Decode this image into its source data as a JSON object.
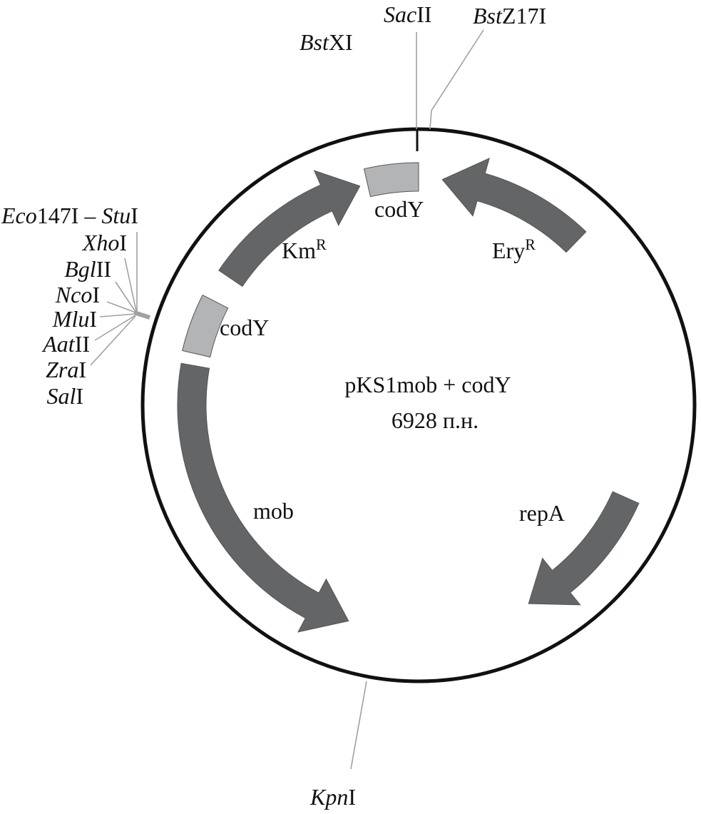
{
  "plasmid": {
    "name": "pKS1mob + codY",
    "size": "6928 п.н."
  },
  "features": {
    "codY_top": "codY",
    "codY_left": "codY",
    "km": {
      "main": "Km",
      "sup": "R"
    },
    "ery": {
      "main": "Ery",
      "sup": "R"
    },
    "mob": "mob",
    "repA": "repA"
  },
  "sites": {
    "sacII": {
      "it": "Sac",
      "rest": "II"
    },
    "bstZ17I": {
      "it": "Bst",
      "rest": "Z17I"
    },
    "bstXI": {
      "it": "Bst",
      "rest": "XI"
    },
    "eco147I": {
      "it": "Eco",
      "rest": "147I – "
    },
    "stuI": {
      "it": "Stu",
      "rest": "I"
    },
    "xhoI": {
      "it": "Xho",
      "rest": "I"
    },
    "bglII": {
      "it": "Bgl",
      "rest": "II"
    },
    "ncoI": {
      "it": "Nco",
      "rest": "I"
    },
    "mluI": {
      "it": "Mlu",
      "rest": "I"
    },
    "aatII": {
      "it": "Aat",
      "rest": "II"
    },
    "zraI": {
      "it": "Zra",
      "rest": "I"
    },
    "salI": {
      "it": "Sal",
      "rest": "I"
    },
    "kpnI": {
      "it": "Kpn",
      "rest": "I"
    }
  },
  "colors": {
    "arrow": "#646567",
    "box": "#b3b4b6",
    "ring": "#111111",
    "leader": "#a0a0a0"
  }
}
